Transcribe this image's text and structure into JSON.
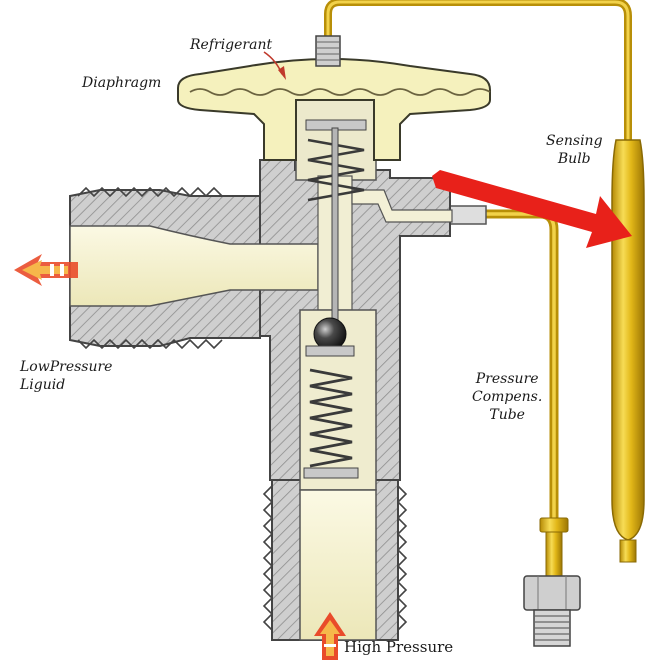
{
  "labels": {
    "refrigerant": "Refrigerant",
    "diaphragm": "Diaphragm",
    "sensing_bulb_1": "Sensing",
    "sensing_bulb_2": "Bulb",
    "low_pressure_1": "LowPressure",
    "low_pressure_2": "Liguid",
    "pressure_comp_1": "Pressure",
    "pressure_comp_2": "Compens.",
    "pressure_comp_3": "Tube",
    "high_pressure": "High Pressure"
  },
  "colors": {
    "body_metal": "#c9c9c9",
    "body_edge": "#555555",
    "fluid": "#f6f3d2",
    "diaphragm_fill": "#f3efb8",
    "tube_gold": "#d9b21a",
    "bulb_gold": "#e8c21e",
    "arrow_red": "#e8211a",
    "flow_arrow": "#e94b2a"
  },
  "icons": {
    "flow_out": "arrow-left-icon",
    "flow_in": "arrow-up-icon",
    "bulb_pointer": "arrow-right-icon"
  }
}
